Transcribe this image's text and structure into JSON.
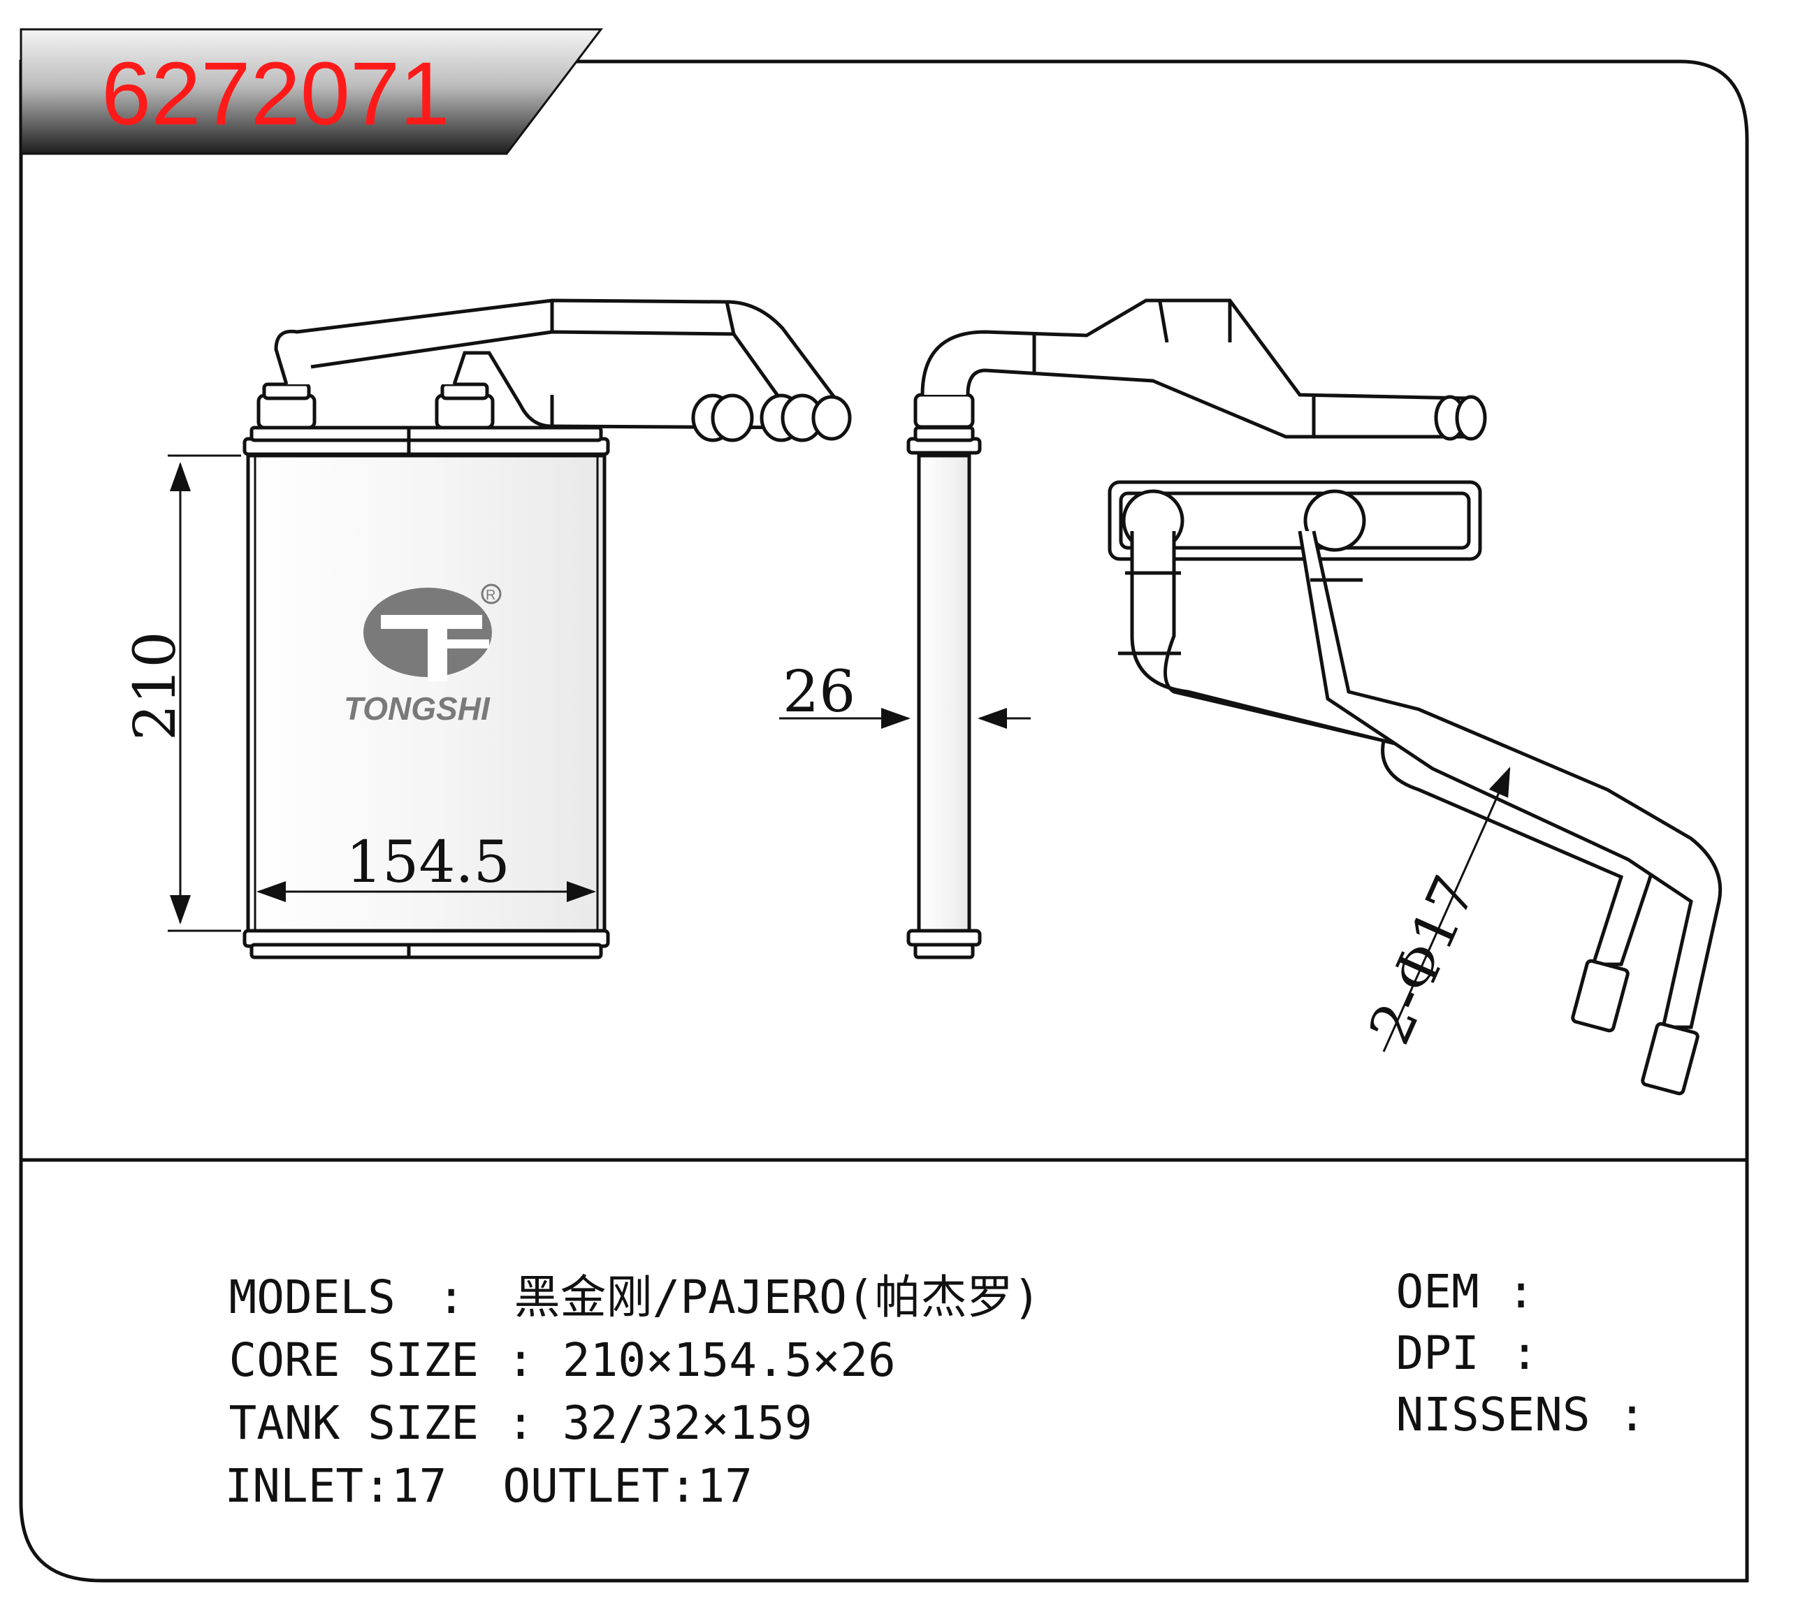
{
  "part_number": "6272071",
  "brand": {
    "name": "TONGSHI",
    "registered_mark": "R"
  },
  "dimensions": {
    "height": "210",
    "width": "154.5",
    "depth": "26",
    "pipe": "2-Φ17"
  },
  "specs": {
    "models_label": "MODELS",
    "models_sep": ":",
    "models_value": "黑金刚/PAJERO(帕杰罗)",
    "core_label": "CORE SIZE",
    "core_sep": ":",
    "core_value": "210×154.5×26",
    "tank_label": "TANK SIZE",
    "tank_sep": ":",
    "tank_value": "32/32×159",
    "inlet_label": "INLET:",
    "inlet_value": "17",
    "outlet_label": "OUTLET:",
    "outlet_value": "17",
    "oem_label": "OEM",
    "oem_sep": ":",
    "dpi_label": "DPI",
    "dpi_sep": ":",
    "nissens_label": "NISSENS",
    "nissens_sep": ":"
  },
  "colors": {
    "part_number_text": "#ff1a1a",
    "banner_dark": "#2a2a2a",
    "banner_light": "#f2f2f2",
    "logo_gray": "#7a7a7a"
  }
}
